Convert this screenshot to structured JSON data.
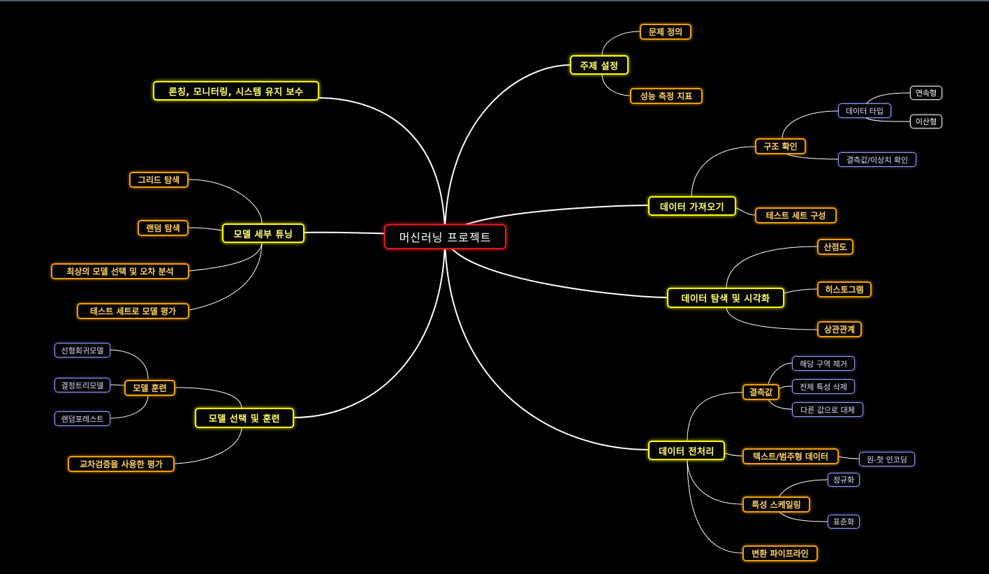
{
  "root": "머신러닝 프로젝트",
  "topics": {
    "topic_setting": "주제 설정",
    "problem_def": "문제 정의",
    "metric": "성능 측정 지표",
    "get_data": "데이터 가져오기",
    "structure": "구조 확인",
    "data_type": "데이터 타입",
    "continuous": "연속형",
    "discrete": "이산형",
    "missing_check": "결측값/이상치 확인",
    "test_set": "테스트 세트 구성",
    "eda": "데이터 탐색 및 시각화",
    "scatter": "산점도",
    "histogram": "히스토그램",
    "correlation": "상관관계",
    "preprocess": "데이터 전처리",
    "missing": "결측값",
    "remove_region": "해당 구역 제거",
    "remove_feature": "전체 특성 삭제",
    "replace_value": "다른 값으로 대체",
    "text_cat": "텍스트/범주형 데이터",
    "one_hot": "원-핫 인코딩",
    "scaling": "특성 스케일링",
    "normalize": "정규화",
    "standardize": "표준화",
    "pipeline": "변환 파이프라인",
    "launch": "론칭, 모니터링, 시스템 유지 보수",
    "tuning": "모델 세부 튜닝",
    "grid": "그리드 탐색",
    "random": "랜덤 탐색",
    "best_model": "최상의 모델 선택 및 오차 분석",
    "test_eval": "테스트 세트로 모델 평가",
    "select_train": "모델 선택 및 훈련",
    "model_train": "모델 훈련",
    "linreg": "선형회귀모델",
    "dtree": "결정트리모델",
    "rforest": "랜덤포레스트",
    "cross_val": "교차검증을 사용한 평가"
  },
  "colors": {
    "background": "#000000",
    "root_border": "#e0161c",
    "level1_border": "#ffff00",
    "level2_border": "#f0a000",
    "level3_border": "#9a9aff",
    "level4_border": "#e8e8e8",
    "link": "#ffffff"
  }
}
